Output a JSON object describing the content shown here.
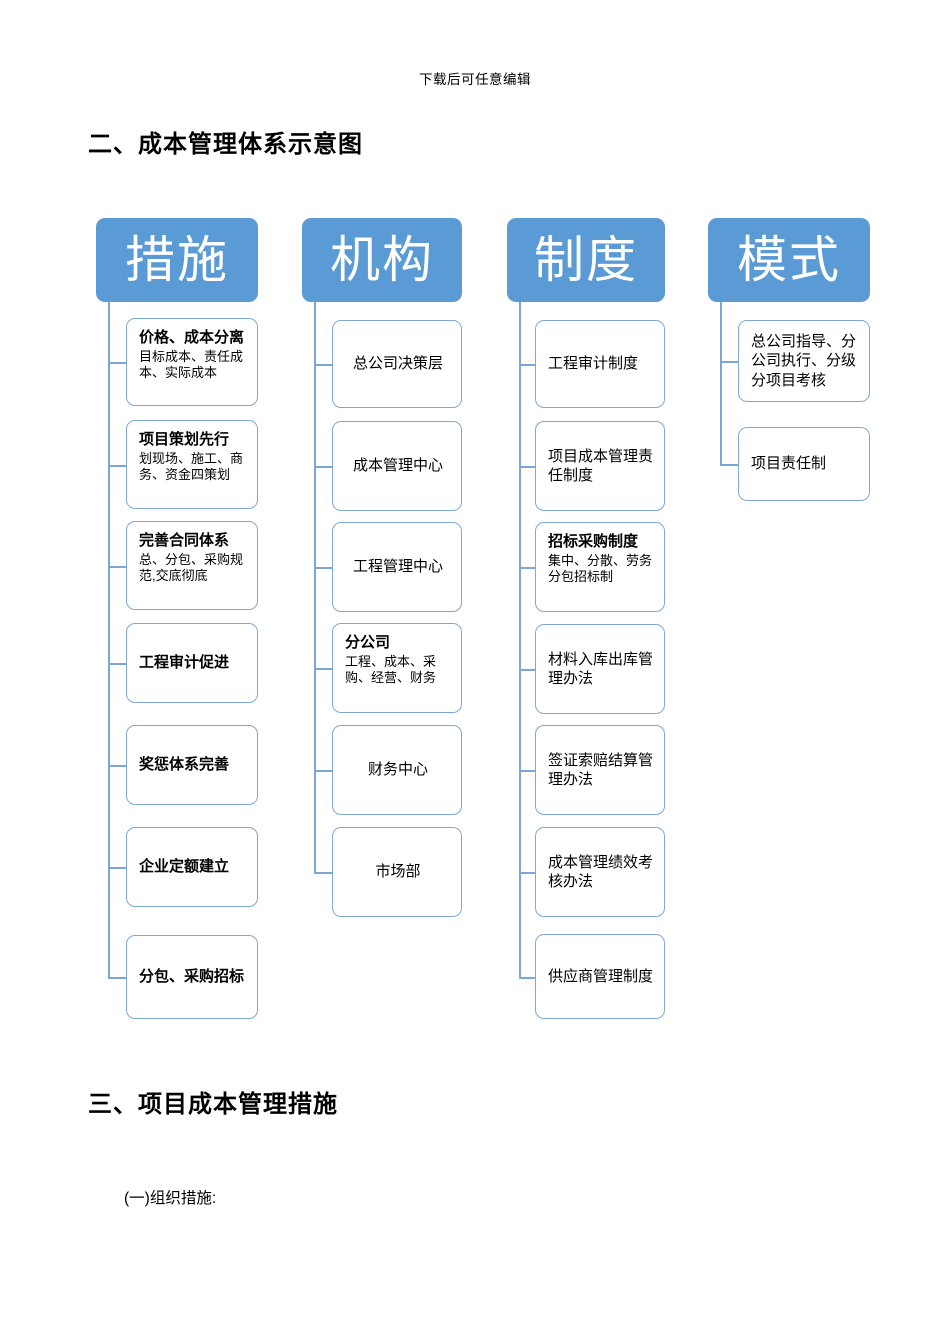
{
  "document": {
    "note": "下载后可任意编辑",
    "heading_2": "二、成本管理体系示意图",
    "heading_3": "三、项目成本管理措施",
    "body_line": "(一)组织措施:"
  },
  "theme": {
    "header_fill": "#5B9BD5",
    "header_text": "#FFFFFF",
    "node_border": "#7FA8D4",
    "connector": "#7BA7D7",
    "page_background": "#FFFFFF",
    "text": "#000000"
  },
  "chart_data": {
    "type": "diagram",
    "title": "成本管理体系示意图",
    "layout": "four-column bracket tree; each column header spawns a vertical trunk with horizontal stubs to each child node",
    "columns": [
      {
        "header": "措施",
        "nodes": [
          {
            "title": "价格、成本分离",
            "bold": true,
            "sub": "目标成本、责任成本、实际成本"
          },
          {
            "title": "项目策划先行",
            "bold": true,
            "sub": "划现场、施工、商务、资金四策划"
          },
          {
            "title": "完善合同体系",
            "bold": true,
            "sub": "总、分包、采购规范,交底彻底"
          },
          {
            "title": "工程审计促进",
            "bold": true,
            "sub": ""
          },
          {
            "title": "奖惩体系完善",
            "bold": true,
            "sub": ""
          },
          {
            "title": "企业定额建立",
            "bold": true,
            "sub": ""
          },
          {
            "title": "分包、采购招标",
            "bold": true,
            "sub": ""
          }
        ]
      },
      {
        "header": "机构",
        "nodes": [
          {
            "title": "总公司决策层",
            "bold": false,
            "sub": "",
            "centered": true
          },
          {
            "title": "成本管理中心",
            "bold": false,
            "sub": "",
            "centered": true
          },
          {
            "title": "工程管理中心",
            "bold": false,
            "sub": "",
            "centered": true
          },
          {
            "title": "分公司",
            "bold": true,
            "sub": "工程、成本、采购、经营、财务"
          },
          {
            "title": "财务中心",
            "bold": false,
            "sub": "",
            "centered": true
          },
          {
            "title": "市场部",
            "bold": false,
            "sub": "",
            "centered": true
          }
        ]
      },
      {
        "header": "制度",
        "nodes": [
          {
            "title": "工程审计制度",
            "bold": false,
            "sub": ""
          },
          {
            "title": "项目成本管理责任制度",
            "bold": false,
            "sub": ""
          },
          {
            "title": "招标采购制度",
            "bold": true,
            "sub": "集中、分散、劳务分包招标制"
          },
          {
            "title": "材料入库出库管理办法",
            "bold": false,
            "sub": ""
          },
          {
            "title": "签证索赔结算管理办法",
            "bold": false,
            "sub": ""
          },
          {
            "title": "成本管理绩效考核办法",
            "bold": false,
            "sub": ""
          },
          {
            "title": "供应商管理制度",
            "bold": false,
            "sub": ""
          }
        ]
      },
      {
        "header": "模式",
        "nodes": [
          {
            "title": "总公司指导、分公司执行、分级分项目考核",
            "bold": false,
            "sub": ""
          },
          {
            "title": "项目责任制",
            "bold": false,
            "sub": ""
          }
        ]
      }
    ]
  }
}
